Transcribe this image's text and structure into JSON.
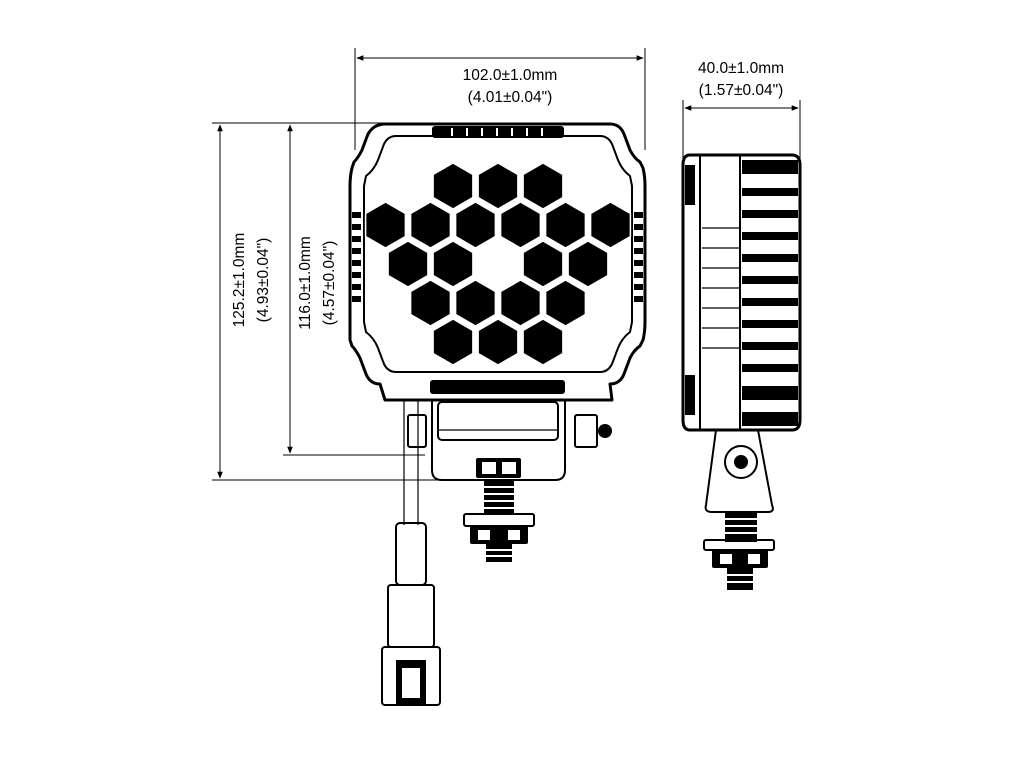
{
  "dimensions": {
    "width_mm": "102.0±1.0mm",
    "width_in": "(4.01±0.04\")",
    "depth_mm": "40.0±1.0mm",
    "depth_in": "(1.57±0.04\")",
    "height_total_mm": "125.2±1.0mm",
    "height_total_in": "(4.93±0.04\")",
    "height_housing_mm": "116.0±1.0mm",
    "height_housing_in": "(4.57±0.04\")"
  },
  "colors": {
    "ink": "#000000",
    "paper": "#ffffff"
  },
  "views": [
    "front-view",
    "side-view"
  ],
  "led_count": 20
}
